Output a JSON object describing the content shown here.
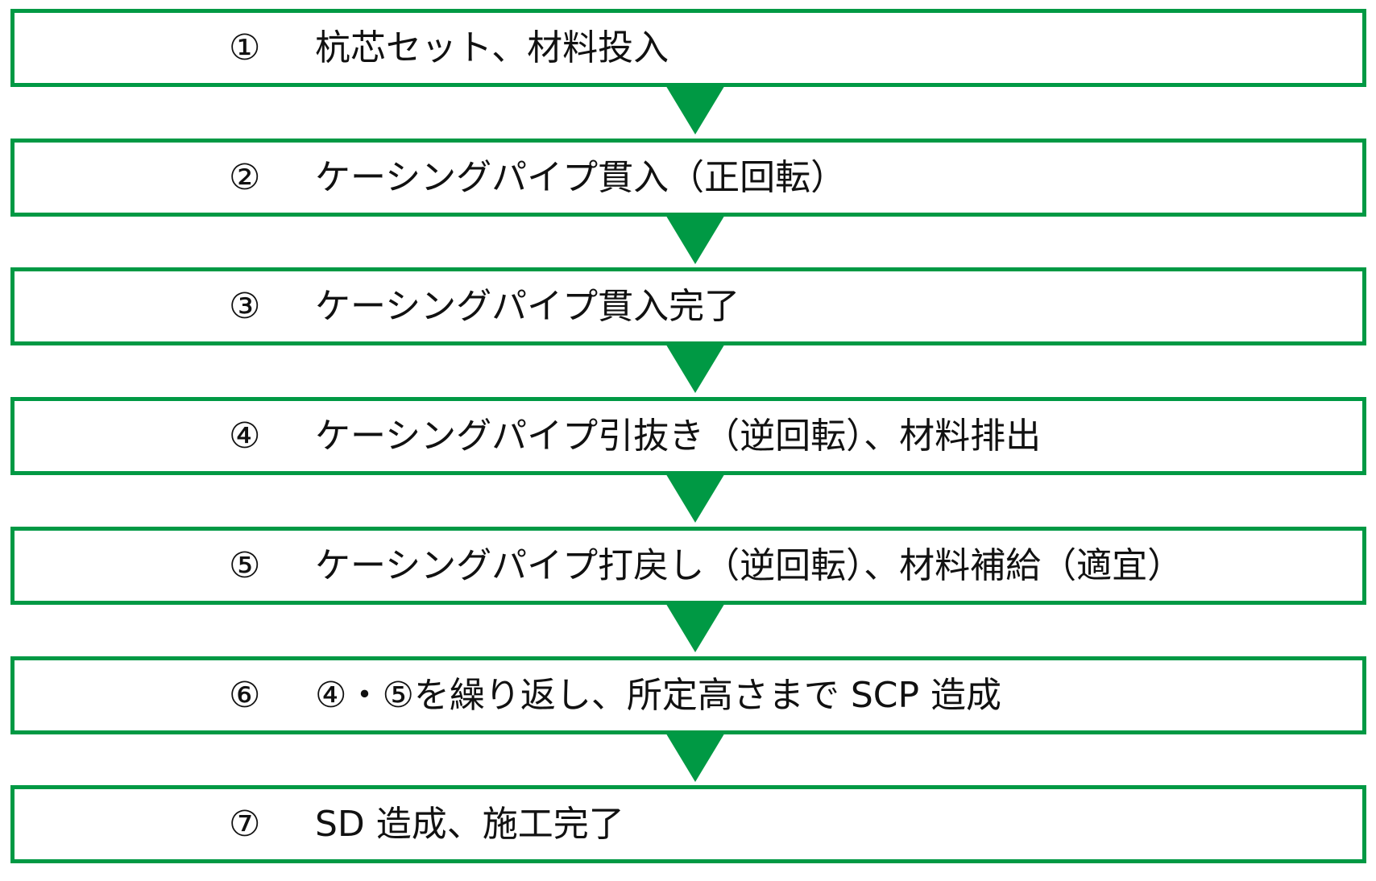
{
  "colors": {
    "accent": "#009944",
    "text": "#111111",
    "background": "#ffffff"
  },
  "steps": [
    {
      "number": "①",
      "label": "杭芯セット、材料投入"
    },
    {
      "number": "②",
      "label": "ケーシングパイプ貫入（正回転）"
    },
    {
      "number": "③",
      "label": "ケーシングパイプ貫入完了"
    },
    {
      "number": "④",
      "label": "ケーシングパイプ引抜き（逆回転）、材料排出"
    },
    {
      "number": "⑤",
      "label": "ケーシングパイプ打戻し（逆回転）、材料補給（適宜）"
    },
    {
      "number": "⑥",
      "label": "④・⑤を繰り返し、所定高さまで SCP 造成"
    },
    {
      "number": "⑦",
      "label": "SD 造成、施工完了"
    }
  ]
}
